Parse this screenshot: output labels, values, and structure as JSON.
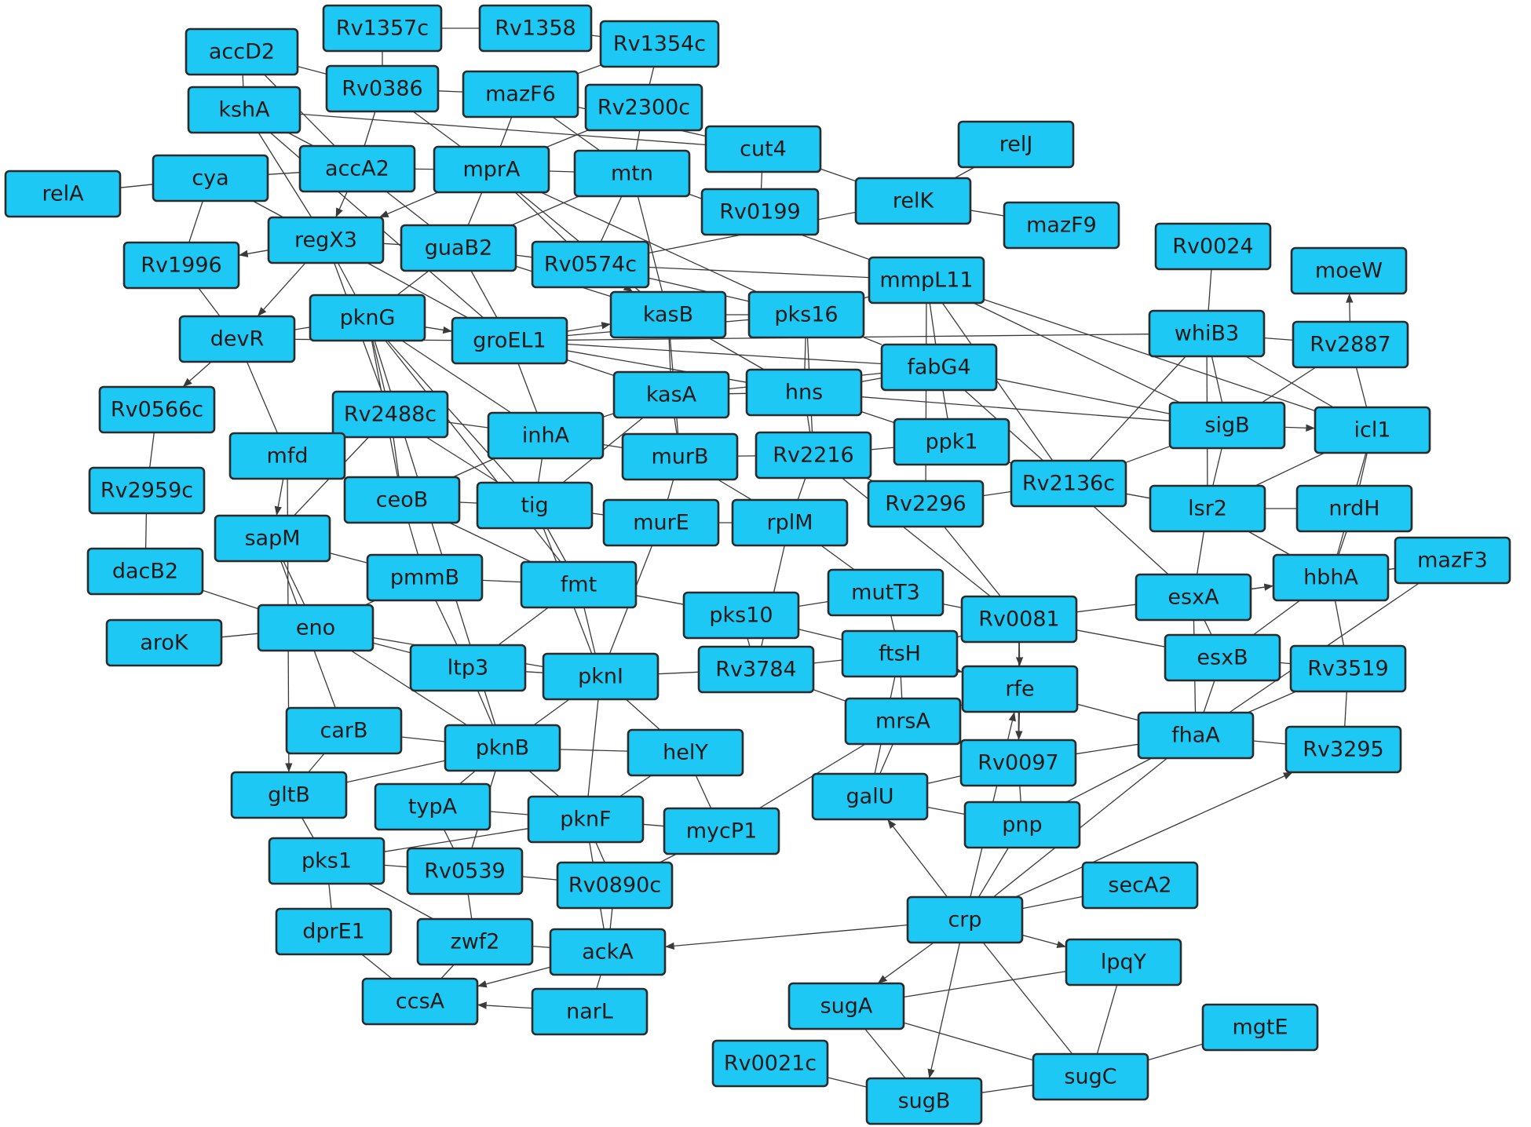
{
  "diagram": {
    "type": "network",
    "node_color": "#1ec8f4",
    "border_color": "#2b2b2b",
    "edge_color": "#3a3a3a",
    "nodes": [
      "accD2",
      "Rv1357c",
      "Rv1358",
      "Rv1354c",
      "kshA",
      "Rv0386",
      "mazF6",
      "Rv2300c",
      "relA",
      "cya",
      "accA2",
      "mprA",
      "mtn",
      "cut4",
      "relJ",
      "relK",
      "Rv0199",
      "mazF9",
      "Rv1996",
      "regX3",
      "guaB2",
      "Rv0574c",
      "mmpL11",
      "Rv0024",
      "moeW",
      "devR",
      "pknG",
      "groEL1",
      "kasB",
      "pks16",
      "whiB3",
      "Rv2887",
      "fabG4",
      "Rv0566c",
      "Rv2488c",
      "kasA",
      "hns",
      "ppk1",
      "sigB",
      "icl1",
      "inhA",
      "mfd",
      "murB",
      "Rv2216",
      "Rv2136c",
      "Rv2959c",
      "ceoB",
      "tig",
      "Rv2296",
      "lsr2",
      "nrdH",
      "murE",
      "rplM",
      "sapM",
      "mazF3",
      "hbhA",
      "pmmB",
      "fmt",
      "mutT3",
      "esxA",
      "dacB2",
      "eno",
      "pks10",
      "Rv0081",
      "aroK",
      "ltp3",
      "pknI",
      "ftsH",
      "esxB",
      "Rv3519",
      "Rv3784",
      "rfe",
      "carB",
      "mrsA",
      "fhaA",
      "pknB",
      "helY",
      "Rv0097",
      "Rv3295",
      "gltB",
      "galU",
      "typA",
      "pknF",
      "pnp",
      "mycP1",
      "pks1",
      "Rv0539",
      "Rv0890c",
      "secA2",
      "crp",
      "dprE1",
      "zwf2",
      "ackA",
      "lpqY",
      "ccsA",
      "sugA",
      "narL",
      "mgtE",
      "Rv0021c",
      "sugC",
      "sugB"
    ],
    "edges": [
      [
        "Rv1357c",
        "Rv1358"
      ],
      [
        "Rv1357c",
        "Rv0386"
      ],
      [
        "Rv1358",
        "Rv1354c"
      ],
      [
        "Rv1354c",
        "mazF6"
      ],
      [
        "Rv1354c",
        "Rv2300c"
      ],
      [
        "accD2",
        "Rv0386"
      ],
      [
        "accD2",
        "accA2"
      ],
      [
        "accD2",
        "kshA"
      ],
      [
        "kshA",
        "accA2"
      ],
      [
        "kshA",
        "regX3"
      ],
      [
        "kshA",
        "cut4"
      ],
      [
        "kshA",
        "groEL1"
      ],
      [
        "Rv0386",
        "mazF6"
      ],
      [
        "Rv0386",
        "accA2"
      ],
      [
        "Rv0386",
        "mprA"
      ],
      [
        "mazF6",
        "mprA"
      ],
      [
        "mazF6",
        "mtn"
      ],
      [
        "mazF6",
        "cut4"
      ],
      [
        "Rv2300c",
        "mtn"
      ],
      [
        "Rv2300c",
        "mprA"
      ],
      [
        "relA",
        "cya"
      ],
      [
        "cya",
        "regX3"
      ],
      [
        "cya",
        "accA2"
      ],
      [
        "cya",
        "Rv1996"
      ],
      [
        "cut4",
        "relK"
      ],
      [
        "cut4",
        "Rv0199"
      ],
      [
        "relJ",
        "relK"
      ],
      [
        "relK",
        "mazF9"
      ],
      [
        "relK",
        "Rv0574c"
      ],
      [
        "accA2",
        "regX3"
      ],
      [
        "accA2",
        "guaB2"
      ],
      [
        "accA2",
        "mprA"
      ],
      [
        "mprA",
        "regX3"
      ],
      [
        "mprA",
        "guaB2"
      ],
      [
        "mprA",
        "Rv0574c"
      ],
      [
        "mprA",
        "kasB"
      ],
      [
        "mprA",
        "pks16"
      ],
      [
        "mprA",
        "mtn"
      ],
      [
        "mtn",
        "guaB2"
      ],
      [
        "mtn",
        "Rv0574c"
      ],
      [
        "mtn",
        "kasB"
      ],
      [
        "mtn",
        "mmpL11"
      ],
      [
        "regX3",
        "Rv1996"
      ],
      [
        "regX3",
        "devR"
      ],
      [
        "regX3",
        "pknG"
      ],
      [
        "regX3",
        "groEL1"
      ],
      [
        "regX3",
        "Rv2488c"
      ],
      [
        "regX3",
        "guaB2"
      ],
      [
        "Rv1996",
        "devR"
      ],
      [
        "devR",
        "Rv0566c"
      ],
      [
        "devR",
        "pknG"
      ],
      [
        "devR",
        "mfd"
      ],
      [
        "devR",
        "groEL1"
      ],
      [
        "guaB2",
        "groEL1"
      ],
      [
        "guaB2",
        "pknG"
      ],
      [
        "guaB2",
        "Rv0574c"
      ],
      [
        "guaB2",
        "kasB"
      ],
      [
        "Rv0574c",
        "kasB"
      ],
      [
        "Rv0574c",
        "pks16"
      ],
      [
        "Rv0574c",
        "mmpL11"
      ],
      [
        "pknG",
        "groEL1"
      ],
      [
        "pknG",
        "Rv2488c"
      ],
      [
        "pknG",
        "inhA"
      ],
      [
        "pknG",
        "tig"
      ],
      [
        "pknG",
        "ceoB"
      ],
      [
        "pknG",
        "fmt"
      ],
      [
        "pknG",
        "pknB"
      ],
      [
        "groEL1",
        "kasB"
      ],
      [
        "groEL1",
        "pks16"
      ],
      [
        "groEL1",
        "kasA"
      ],
      [
        "groEL1",
        "hns"
      ],
      [
        "groEL1",
        "fabG4"
      ],
      [
        "groEL1",
        "whiB3"
      ],
      [
        "groEL1",
        "inhA"
      ],
      [
        "kasB",
        "pks16"
      ],
      [
        "kasB",
        "kasA"
      ],
      [
        "kasB",
        "hns"
      ],
      [
        "kasB",
        "murB"
      ],
      [
        "pks16",
        "mmpL11"
      ],
      [
        "pks16",
        "hns"
      ],
      [
        "pks16",
        "fabG4"
      ],
      [
        "pks16",
        "Rv2216"
      ],
      [
        "mmpL11",
        "fabG4"
      ],
      [
        "mmpL11",
        "sigB"
      ],
      [
        "mmpL11",
        "Rv2136c"
      ],
      [
        "mmpL11",
        "Rv2296"
      ],
      [
        "mmpL11",
        "icl1"
      ],
      [
        "whiB3",
        "Rv0024"
      ],
      [
        "whiB3",
        "Rv2887"
      ],
      [
        "whiB3",
        "sigB"
      ],
      [
        "whiB3",
        "icl1"
      ],
      [
        "whiB3",
        "lsr2"
      ],
      [
        "whiB3",
        "Rv2136c"
      ],
      [
        "Rv2887",
        "moeW"
      ],
      [
        "Rv2887",
        "icl1"
      ],
      [
        "Rv2887",
        "sigB"
      ],
      [
        "fabG4",
        "hns"
      ],
      [
        "fabG4",
        "sigB"
      ],
      [
        "fabG4",
        "ppk1"
      ],
      [
        "fabG4",
        "Rv2136c"
      ],
      [
        "fabG4",
        "kasA"
      ],
      [
        "hns",
        "kasA"
      ],
      [
        "hns",
        "Rv2216"
      ],
      [
        "hns",
        "sigB"
      ],
      [
        "hns",
        "ppk1"
      ],
      [
        "kasA",
        "inhA"
      ],
      [
        "kasA",
        "murB"
      ],
      [
        "kasA",
        "tig"
      ],
      [
        "ppk1",
        "Rv2136c"
      ],
      [
        "ppk1",
        "Rv2216"
      ],
      [
        "sigB",
        "icl1"
      ],
      [
        "sigB",
        "lsr2"
      ],
      [
        "sigB",
        "Rv2136c"
      ],
      [
        "icl1",
        "lsr2"
      ],
      [
        "icl1",
        "nrdH"
      ],
      [
        "icl1",
        "hbhA"
      ],
      [
        "Rv0566c",
        "Rv2959c"
      ],
      [
        "Rv2959c",
        "dacB2"
      ],
      [
        "Rv2488c",
        "inhA"
      ],
      [
        "Rv2488c",
        "ceoB"
      ],
      [
        "Rv2488c",
        "tig"
      ],
      [
        "Rv2488c",
        "sapM"
      ],
      [
        "inhA",
        "murB"
      ],
      [
        "inhA",
        "tig"
      ],
      [
        "inhA",
        "ceoB"
      ],
      [
        "mfd",
        "sapM"
      ],
      [
        "mfd",
        "gltB"
      ],
      [
        "murB",
        "Rv2216"
      ],
      [
        "murB",
        "murE"
      ],
      [
        "murB",
        "rplM"
      ],
      [
        "Rv2216",
        "rplM"
      ],
      [
        "Rv2216",
        "Rv2296"
      ],
      [
        "Rv2216",
        "Rv0081"
      ],
      [
        "Rv2296",
        "Rv0081"
      ],
      [
        "Rv2296",
        "Rv2136c"
      ],
      [
        "Rv2136c",
        "lsr2"
      ],
      [
        "Rv2136c",
        "esxA"
      ],
      [
        "lsr2",
        "esxA"
      ],
      [
        "lsr2",
        "hbhA"
      ],
      [
        "lsr2",
        "nrdH"
      ],
      [
        "nrdH",
        "hbhA"
      ],
      [
        "mazF3",
        "hbhA"
      ],
      [
        "mazF3",
        "esxA"
      ],
      [
        "mazF3",
        "fhaA"
      ],
      [
        "ceoB",
        "tig"
      ],
      [
        "ceoB",
        "pmmB"
      ],
      [
        "ceoB",
        "fmt"
      ],
      [
        "tig",
        "murE"
      ],
      [
        "tig",
        "fmt"
      ],
      [
        "tig",
        "pknI"
      ],
      [
        "murE",
        "rplM"
      ],
      [
        "murE",
        "pknI"
      ],
      [
        "rplM",
        "mutT3"
      ],
      [
        "rplM",
        "Rv3784"
      ],
      [
        "sapM",
        "eno"
      ],
      [
        "sapM",
        "pmmB"
      ],
      [
        "sapM",
        "carB"
      ],
      [
        "pmmB",
        "fmt"
      ],
      [
        "pmmB",
        "eno"
      ],
      [
        "pmmB",
        "ltp3"
      ],
      [
        "fmt",
        "pks10"
      ],
      [
        "fmt",
        "pknI"
      ],
      [
        "fmt",
        "ltp3"
      ],
      [
        "mutT3",
        "Rv0081"
      ],
      [
        "mutT3",
        "ftsH"
      ],
      [
        "mutT3",
        "pks10"
      ],
      [
        "esxA",
        "hbhA"
      ],
      [
        "esxA",
        "Rv0081"
      ],
      [
        "esxA",
        "esxB"
      ],
      [
        "esxA",
        "fhaA"
      ],
      [
        "hbhA",
        "esxB"
      ],
      [
        "hbhA",
        "Rv3519"
      ],
      [
        "dacB2",
        "eno"
      ],
      [
        "eno",
        "aroK"
      ],
      [
        "eno",
        "ltp3"
      ],
      [
        "eno",
        "pknB"
      ],
      [
        "eno",
        "pknI"
      ],
      [
        "pks10",
        "Rv3784"
      ],
      [
        "pks10",
        "ftsH"
      ],
      [
        "Rv0081",
        "ftsH"
      ],
      [
        "Rv0081",
        "rfe"
      ],
      [
        "Rv0081",
        "esxB"
      ],
      [
        "Rv0081",
        "Rv0097"
      ],
      [
        "esxB",
        "Rv3519"
      ],
      [
        "esxB",
        "fhaA"
      ],
      [
        "Rv3519",
        "Rv3295"
      ],
      [
        "Rv3519",
        "fhaA"
      ],
      [
        "ltp3",
        "pknI"
      ],
      [
        "ltp3",
        "pknB"
      ],
      [
        "pknI",
        "Rv3784"
      ],
      [
        "pknI",
        "pknB"
      ],
      [
        "pknI",
        "helY"
      ],
      [
        "pknI",
        "pknF"
      ],
      [
        "ftsH",
        "Rv3784"
      ],
      [
        "ftsH",
        "rfe"
      ],
      [
        "ftsH",
        "mrsA"
      ],
      [
        "ftsH",
        "galU"
      ],
      [
        "Rv3784",
        "mrsA"
      ],
      [
        "rfe",
        "Rv0097"
      ],
      [
        "rfe",
        "mrsA"
      ],
      [
        "rfe",
        "fhaA"
      ],
      [
        "carB",
        "gltB"
      ],
      [
        "carB",
        "pknB"
      ],
      [
        "mrsA",
        "Rv0097"
      ],
      [
        "mrsA",
        "galU"
      ],
      [
        "mrsA",
        "mycP1"
      ],
      [
        "fhaA",
        "Rv0097"
      ],
      [
        "fhaA",
        "Rv3295"
      ],
      [
        "fhaA",
        "pnp"
      ],
      [
        "pknB",
        "helY"
      ],
      [
        "pknB",
        "pknF"
      ],
      [
        "pknB",
        "typA"
      ],
      [
        "pknB",
        "gltB"
      ],
      [
        "pknB",
        "Rv0539"
      ],
      [
        "helY",
        "pknF"
      ],
      [
        "helY",
        "mycP1"
      ],
      [
        "Rv0097",
        "pnp"
      ],
      [
        "Rv0097",
        "galU"
      ],
      [
        "gltB",
        "pks1"
      ],
      [
        "galU",
        "pnp"
      ],
      [
        "typA",
        "pknF"
      ],
      [
        "typA",
        "Rv0539"
      ],
      [
        "pknF",
        "mycP1"
      ],
      [
        "pknF",
        "Rv0890c"
      ],
      [
        "pknF",
        "pks1"
      ],
      [
        "pknF",
        "ackA"
      ],
      [
        "pnp",
        "crp"
      ],
      [
        "mycP1",
        "Rv0890c"
      ],
      [
        "pks1",
        "Rv0539"
      ],
      [
        "pks1",
        "dprE1"
      ],
      [
        "pks1",
        "zwf2"
      ],
      [
        "Rv0539",
        "Rv0890c"
      ],
      [
        "Rv0539",
        "zwf2"
      ],
      [
        "Rv0890c",
        "ackA"
      ],
      [
        "secA2",
        "crp"
      ],
      [
        "crp",
        "galU"
      ],
      [
        "crp",
        "ackA"
      ],
      [
        "crp",
        "lpqY"
      ],
      [
        "crp",
        "sugA"
      ],
      [
        "crp",
        "sugB"
      ],
      [
        "crp",
        "sugC"
      ],
      [
        "crp",
        "Rv3295"
      ],
      [
        "crp",
        "rfe"
      ],
      [
        "crp",
        "fhaA"
      ],
      [
        "dprE1",
        "ccsA"
      ],
      [
        "zwf2",
        "ackA"
      ],
      [
        "zwf2",
        "ccsA"
      ],
      [
        "ackA",
        "ccsA"
      ],
      [
        "ackA",
        "narL"
      ],
      [
        "lpqY",
        "sugA"
      ],
      [
        "lpqY",
        "sugC"
      ],
      [
        "narL",
        "ccsA"
      ],
      [
        "sugA",
        "sugB"
      ],
      [
        "sugA",
        "sugC"
      ],
      [
        "mgtE",
        "sugC"
      ],
      [
        "Rv0021c",
        "sugB"
      ],
      [
        "sugC",
        "sugB"
      ]
    ]
  }
}
